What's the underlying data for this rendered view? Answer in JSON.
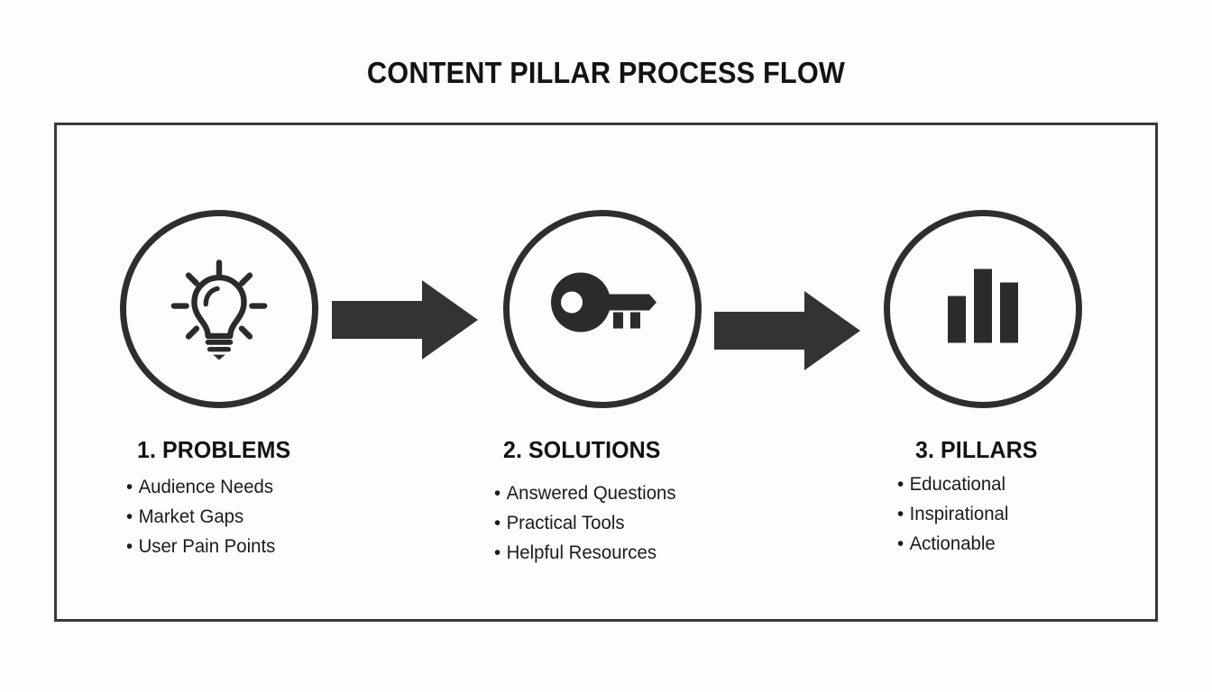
{
  "slide": {
    "title": "CONTENT PILLAR PROCESS FLOW",
    "background_color": "#fcfdfd",
    "frame_color": "#3a3a3a",
    "ink_color": "#2e2e2e"
  },
  "steps": [
    {
      "icon": "lightbulb-icon",
      "heading": "1. PROBLEMS",
      "items": [
        "Audience Needs",
        "Market Gaps",
        "User Pain Points"
      ],
      "bullet": "•"
    },
    {
      "icon": "key-icon",
      "heading": "2. SOLUTIONS",
      "items": [
        "Answered Questions",
        "Practical Tools",
        "Helpful Resources"
      ],
      "bullet": "•"
    },
    {
      "icon": "bar-chart-icon",
      "heading": "3. PILLARS",
      "items": [
        "Educational",
        "Inspirational",
        "Actionable"
      ],
      "bullet": "•"
    }
  ],
  "connectors": [
    {
      "name": "arrow-right-1",
      "direction": "right"
    },
    {
      "name": "arrow-right-2",
      "direction": "right"
    }
  ]
}
